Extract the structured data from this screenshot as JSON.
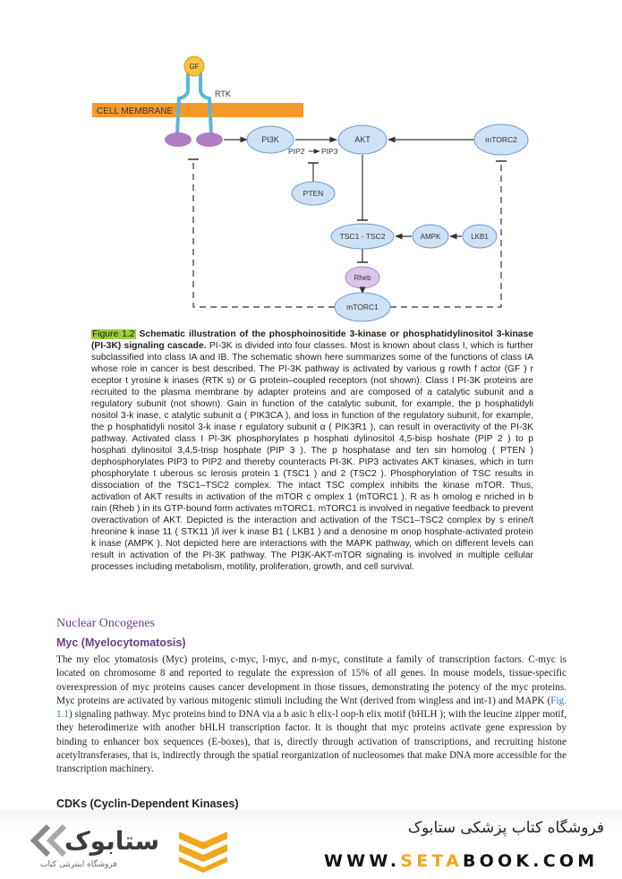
{
  "figure": {
    "nodes": {
      "gf": "GF",
      "rtk": "RTK",
      "membrane": "CELL MEMBRANE",
      "pi3k": "PI3K",
      "pip2": "PIP2",
      "pip3": "PIP3",
      "akt": "AKT",
      "mtorc2": "mTORC2",
      "pten": "PTEN",
      "tsc": "TSC1 - TSC2",
      "ampk": "AMPK",
      "lkb1": "LKB1",
      "rheb": "Rheb",
      "mtorc1": "mTORC1"
    },
    "colors": {
      "membrane": "#f39a2a",
      "node_fill": "#cfe1f5",
      "node_stroke": "#6c9bd1",
      "receptor": "#b07cc6",
      "gf_fill": "#f7c342",
      "arm": "#5cb6d9"
    }
  },
  "caption": {
    "label": "Figure 1.2",
    "title": "Schematic illustration of the phosphoinositide 3-kinase or phosphatidylinositol 3-kinase (PI-3K) signaling cascade.",
    "text": "PI-3K is divided into four classes. Most is known about class I, which is further subclassified into class IA and IB. The schematic shown here summarizes some of the functions of class IA whose role in cancer is best described. The PI-3K pathway is activated by various g rowth f actor (GF ) r eceptor t yrosine k inases (RTK s) or G protein–coupled receptors (not shown). Class I PI-3K proteins are recruited to the plasma membrane by adapter proteins and are composed of a catalytic subunit and a regulatory subunit (not shown). Gain in function of the catalytic subunit, for example, the p hosphatidyli nositol 3-k inase, c atalytic subunit α ( PIK3CA ), and loss in function of the regulatory subunit, for example, the p hosphatidyli nositol 3-k inase r egulatory subunit α ( PIK3R1 ), can result in overactivity of the PI-3K pathway. Activated class I PI-3K phosphorylates p hosphati dylinositol 4,5-bisp hoshate (PIP 2 ) to p hosphati dylinositol 3,4,5-trisp hosphate (PIP 3 ). The p hosphatase and ten sin homolog ( PTEN ) dephosphorylates PIP3 to PIP2 and thereby counteracts PI-3K. PIP3 activates AKT kinases, which in turn phosphorylate t uberous sc lerosis protein 1 (TSC1 ) and 2 (TSC2 ). Phosphorylation of TSC results in dissociation of the TSC1–TSC2 complex. The intact TSC complex inhibits the kinase mTOR. Thus, activation of AKT results in activation of the mTOR c omplex 1 (mTORC1 ). R as h omolog e nriched in b rain (Rheb ) in its GTP-bound form activates mTORC1. mTORC1 is involved in negative feedback to prevent overactivation of AKT. Depicted is the interaction and activation of the TSC1–TSC2 complex by s erine/t hreonine k inase 11 ( STK11 )/l iver k inase B1 ( LKB1 ) and a denosine m onop hosphate-activated protein k inase (AMPK ). Not depicted here are interactions with the MAPK pathway, which on different levels can result in activation of the PI-3K pathway. The PI3K-AKT-mTOR signaling is involved in multiple cellular processes including metabolism, motility, proliferation, growth, and cell survival."
  },
  "section": {
    "heading": "Nuclear Oncogenes",
    "subheading": "Myc (Myelocytomatosis)",
    "body_a": "The my eloc ytomatosis (Myc) proteins, c-myc, l-myc, and n-myc, constitute a family of transcription factors. C-myc is located on chromosome 8 and reported to regulate the expression of 15% of all genes. In mouse models, tissue-specific overexpression of myc proteins causes cancer development in those tissues, demonstrating the potency of the myc proteins. Myc proteins are activated by various mitogenic stimuli including the Wnt (derived from wingless and int-1) and MAPK (",
    "body_link": "Fig. 1.1",
    "body_b": ") signaling pathway. Myc proteins bind to DNA via a b asic h elix-l oop-h elix motif (bHLH ); with the leucine zipper motif, they heterodimerize with another bHLH transcription factor. It is thought that myc proteins activate gene expression by binding to enhancer box sequences (E-boxes), that is, directly through activation of transcriptions, and recruiting histone acetyltransferases, that is, indirectly through the spatial reorganization of nucleosomes that make DNA more accessible for the transcription machinery.",
    "next_heading": "CDKs (Cyclin-Dependent Kinases)"
  },
  "footer": {
    "store_name_fa": "فروشگاه کتاب پزشکی ستابوک",
    "site_pre": "WWW.",
    "site_hl": "SETA",
    "site_post": "BOOK.COM",
    "logo_fa": "ستابوک",
    "logo_tag_fa": "فروشگاه اینترنتی کتاب"
  }
}
